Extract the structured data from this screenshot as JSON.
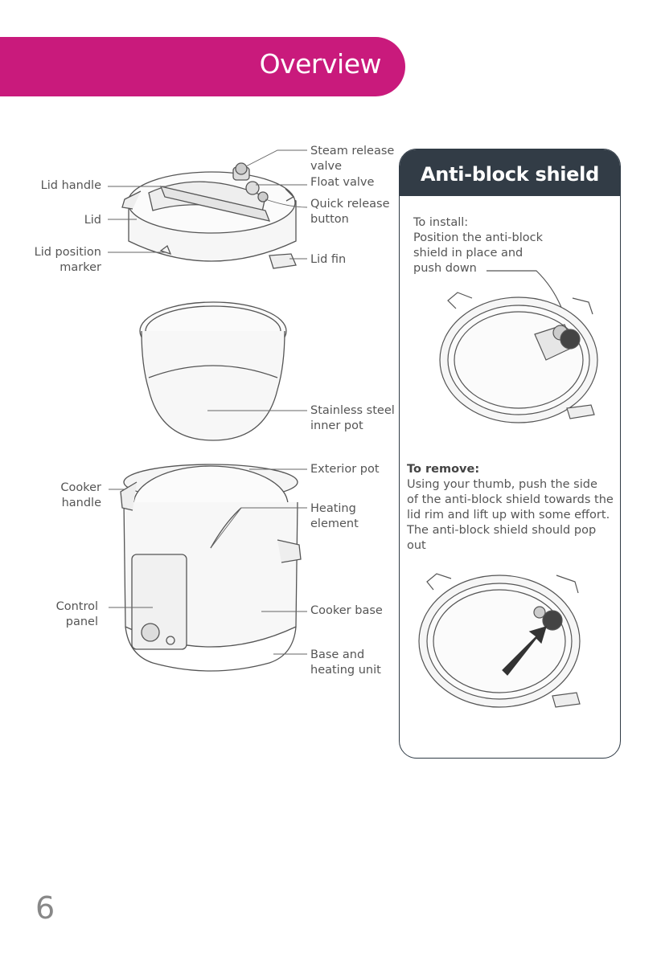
{
  "header": {
    "title": "Overview"
  },
  "labels": {
    "steam_release_valve": [
      "Steam release",
      "valve"
    ],
    "float_valve": "Float valve",
    "quick_release_button": [
      "Quick release",
      "button"
    ],
    "lid_handle": "Lid handle",
    "lid": "Lid",
    "lid_position_marker": [
      "Lid position",
      "marker"
    ],
    "lid_fin": "Lid fin",
    "inner_pot": [
      "Stainless steel",
      "inner pot"
    ],
    "exterior_pot": "Exterior pot",
    "cooker_handle": [
      "Cooker",
      "handle"
    ],
    "heating_element": [
      "Heating",
      "element"
    ],
    "control_panel": [
      "Control",
      "panel"
    ],
    "cooker_base": "Cooker base",
    "base_heating_unit": [
      "Base and",
      "heating unit"
    ]
  },
  "panel": {
    "title": "Anti-block shield",
    "install_lines": [
      "To install:",
      "Position the anti-block",
      "shield in place and",
      "push down"
    ],
    "remove_heading": "To remove:",
    "remove_lines": [
      "Using your thumb, push the side",
      "of the  anti-block shield  towards the",
      "lid rim and  lift up with some effort.",
      "The  anti-block  shield  should pop",
      "out"
    ]
  },
  "footer": {
    "page_number": "6"
  }
}
